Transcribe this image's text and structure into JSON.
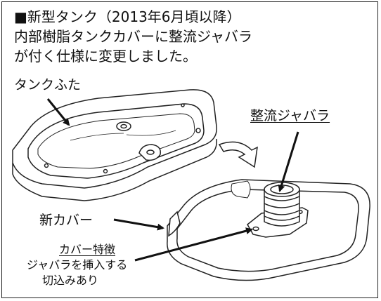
{
  "notice": {
    "line1": "■新型タンク（2013年6月頃以降）",
    "line2": "内部樹脂タンクカバーに整流ジャバラ",
    "line3": "が付く仕様に変更しました。"
  },
  "labels": {
    "tank_lid": "タンクふた",
    "bellows": "整流ジャバラ",
    "new_cover": "新カバー",
    "cover_feature_title": "カバー特徴",
    "cover_feature_line1": "ジャバラを挿入する",
    "cover_feature_line2": "切込みあり"
  }
}
